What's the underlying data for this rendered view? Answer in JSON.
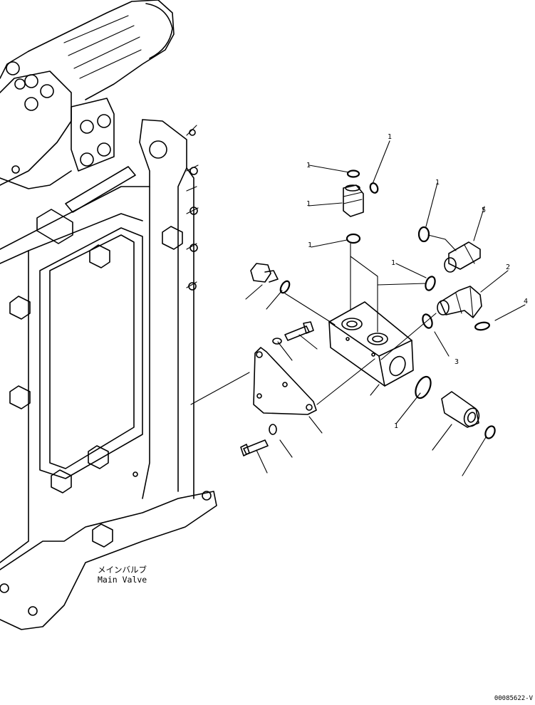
{
  "diagram": {
    "labels": {
      "main_valve_jp": "メインバルブ",
      "main_valve_en": "Main Valve"
    },
    "drawing_id": "00085622-V",
    "callouts": [
      {
        "id": "c1",
        "text": "1"
      },
      {
        "id": "c2",
        "text": "1"
      },
      {
        "id": "c3",
        "text": "1"
      },
      {
        "id": "c4",
        "text": "1"
      },
      {
        "id": "c5",
        "text": "1"
      },
      {
        "id": "c6",
        "text": "5"
      },
      {
        "id": "c7",
        "text": "1"
      },
      {
        "id": "c8",
        "text": "2"
      },
      {
        "id": "c9",
        "text": "4"
      },
      {
        "id": "c10",
        "text": "3"
      },
      {
        "id": "c11",
        "text": "1"
      }
    ]
  }
}
